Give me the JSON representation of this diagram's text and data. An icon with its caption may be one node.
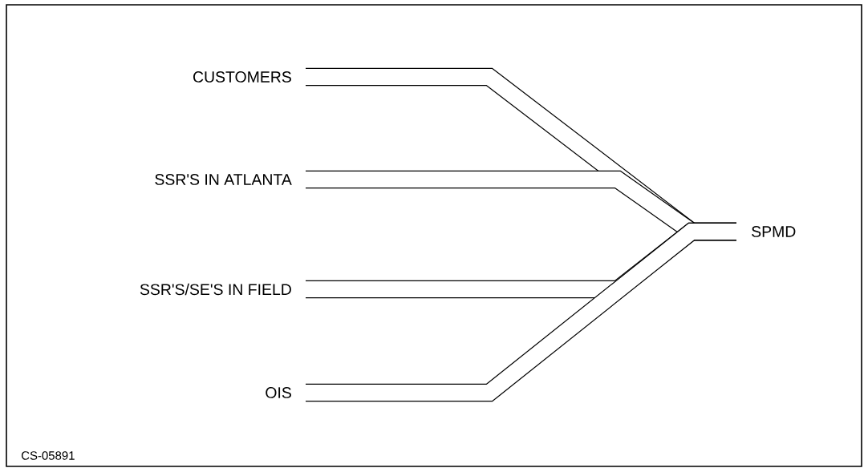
{
  "diagram": {
    "nodes": [
      {
        "text": [
          "CUSTOMERS"
        ]
      },
      {
        "text": [
          "SSR'S IN ATLANTA"
        ]
      },
      {
        "text": [
          "SSR'S/SE'S IN FIELD"
        ]
      },
      {
        "text": [
          "OIS"
        ]
      },
      {
        "text": [
          "SPMD"
        ]
      }
    ],
    "edges": [
      {
        "from": 0,
        "to": 4,
        "arrow": "none"
      },
      {
        "from": 1,
        "to": 4,
        "arrow": "none"
      },
      {
        "from": 2,
        "to": 4,
        "arrow": "none"
      },
      {
        "from": 3,
        "to": 4,
        "arrow": "none"
      }
    ],
    "labels": [
      "CS-05891"
    ]
  }
}
